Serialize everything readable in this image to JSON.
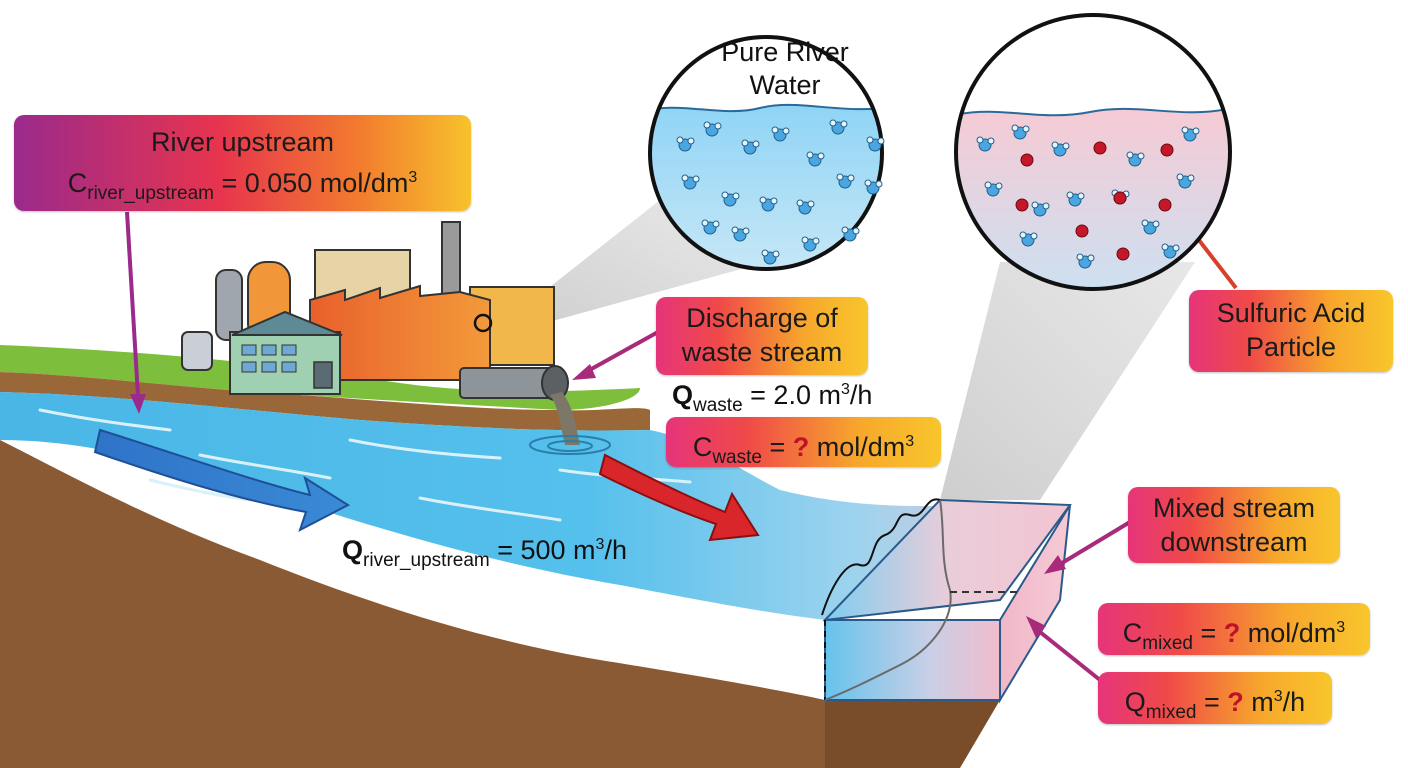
{
  "labels": {
    "upstream_title": "River upstream",
    "c_upstream_var": "C",
    "c_upstream_sub": "river_upstream",
    "c_upstream_value": " = 0.050 mol/dm",
    "c_upstream_exp": "3",
    "discharge_line1": "Discharge of",
    "discharge_line2": "waste stream",
    "q_waste_var": "Q",
    "q_waste_sub": "waste",
    "q_waste_value": " = 2.0 m",
    "q_waste_exp": "3",
    "q_waste_unit": "/h",
    "c_waste_var": "C",
    "c_waste_sub": "waste",
    "c_waste_eq": " = ",
    "c_waste_q": "?",
    "c_waste_unit": " mol/dm",
    "c_waste_exp": "3",
    "q_river_var": "Q",
    "q_river_sub": "river_upstream",
    "q_river_value": " = 500 m",
    "q_river_exp": "3",
    "q_river_unit": "/h",
    "pure_line1": "Pure River",
    "pure_line2": "Water",
    "sulfuric_line1": "Sulfuric Acid",
    "sulfuric_line2": "Particle",
    "mixed_line1": "Mixed stream",
    "mixed_line2": "downstream",
    "c_mixed_var": "C",
    "c_mixed_sub": "mixed",
    "c_mixed_eq": " = ",
    "c_mixed_q": "?",
    "c_mixed_unit": " mol/dm",
    "c_mixed_exp": "3",
    "q_mixed_var": "Q",
    "q_mixed_sub": "mixed",
    "q_mixed_eq": " = ",
    "q_mixed_q": "?",
    "q_mixed_unit": " m",
    "q_mixed_exp": "3",
    "q_mixed_unit2": "/h"
  },
  "colors": {
    "river": "#3fb0e0",
    "soil": "#8a5a34",
    "grass": "#7dbf3c",
    "flow_arrow": "#2f6fc4",
    "waste_arrow": "#d9262a",
    "acid_particle": "#c4182a",
    "water_molecule": "#4aa6e0",
    "mixed_zone": "#f2c4d0"
  }
}
